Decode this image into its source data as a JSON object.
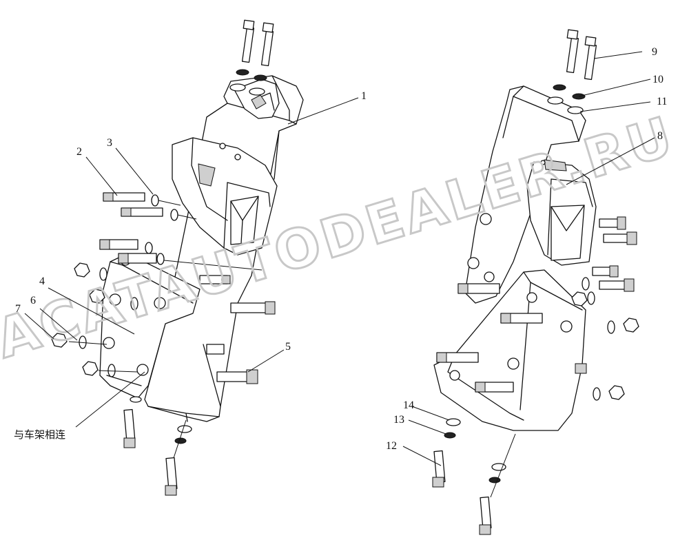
{
  "callouts": [
    "1",
    "2",
    "3",
    "4",
    "5",
    "6",
    "7",
    "8",
    "9",
    "10",
    "11",
    "12",
    "13",
    "14"
  ],
  "frame_note": "与车架相连",
  "watermark": "ACATAUTODEALER.RU",
  "colors": {
    "line": "#111111",
    "background": "#ffffff",
    "watermark": "#c8c8c8"
  }
}
